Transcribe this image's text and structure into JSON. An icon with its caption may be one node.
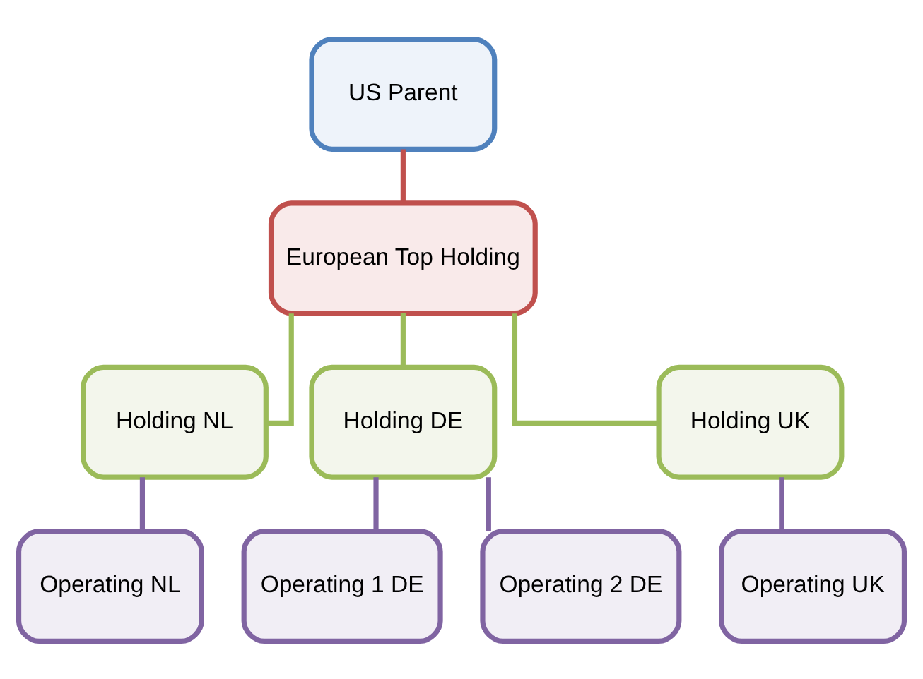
{
  "diagram": {
    "nodes": [
      {
        "text": [
          "US Parent"
        ]
      },
      {
        "text": [
          "European Top Holding"
        ]
      },
      {
        "text": [
          "Holding NL"
        ]
      },
      {
        "text": [
          "Holding DE"
        ]
      },
      {
        "text": [
          "Holding UK"
        ]
      },
      {
        "text": [
          "Operating NL"
        ]
      },
      {
        "text": [
          "Operating 1 DE"
        ]
      },
      {
        "text": [
          "Operating 2 DE"
        ]
      },
      {
        "text": [
          "Operating UK"
        ]
      }
    ],
    "edges": [
      {
        "from": 0,
        "to": 1,
        "arrow": "none",
        "color": "#c0504d"
      },
      {
        "from": 1,
        "to": 2,
        "arrow": "none",
        "color": "#9bbb59"
      },
      {
        "from": 1,
        "to": 3,
        "arrow": "none",
        "color": "#9bbb59"
      },
      {
        "from": 1,
        "to": 4,
        "arrow": "none",
        "color": "#9bbb59"
      },
      {
        "from": 2,
        "to": 5,
        "arrow": "none"
      },
      {
        "from": 3,
        "to": 6,
        "arrow": "none"
      },
      {
        "from": 3,
        "to": 7,
        "arrow": "none"
      },
      {
        "from": 4,
        "to": 8,
        "arrow": "none"
      }
    ]
  }
}
